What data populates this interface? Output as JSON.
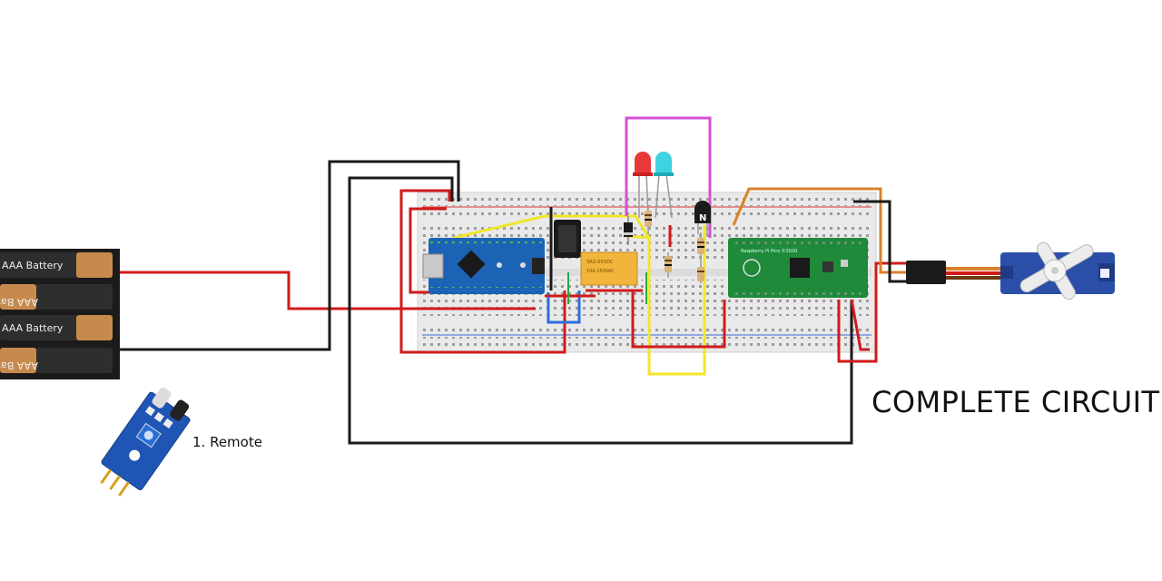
{
  "diagram": {
    "title": "COMPLETE CIRCUIT",
    "remote_label": "1. Remote",
    "battery_label": "AAA Battery",
    "pico_label": "Raspberry Pi Pico ©2020",
    "transistor_label": "N"
  },
  "colors": {
    "wire_red": "#d11b1b",
    "wire_black": "#1a1a1a",
    "wire_yellow": "#f2e52a",
    "wire_magenta": "#d64fd6",
    "wire_blue": "#2d6fdc",
    "wire_orange": "#d9822b",
    "wire_green": "#27a844",
    "pcb_green": "#1e8a3a",
    "nano_blue": "#1c63b5",
    "relay_yellow": "#f0b53a",
    "servo_blue": "#2b4fa8"
  }
}
